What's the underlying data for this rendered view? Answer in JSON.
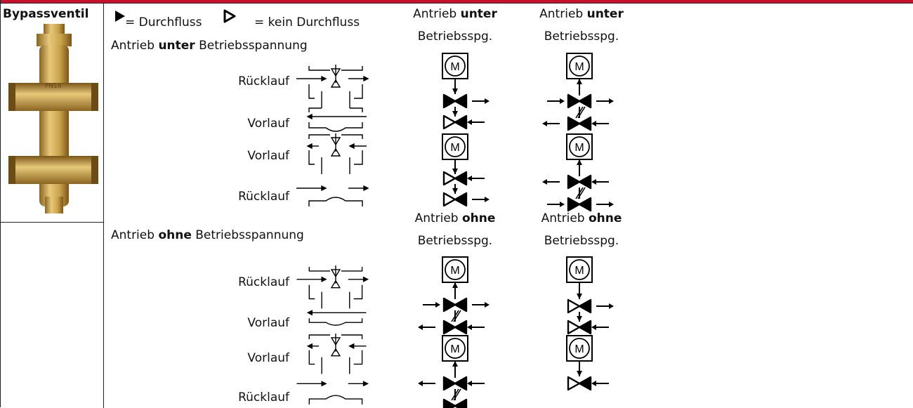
{
  "title_strip_color": "#c8102e",
  "cell_label": "Bypassventil",
  "legend": {
    "flow_text": "= Durchfluss",
    "noflow_text": "= kein Durchfluss"
  },
  "sections": {
    "powered": {
      "prefix": "Antrieb ",
      "bold": "unter",
      "suffix": " Betriebsspannung",
      "labels": [
        "Rücklauf",
        "Vorlauf",
        "Vorlauf",
        "Rücklauf"
      ]
    },
    "unpowered": {
      "prefix": "Antrieb ",
      "bold": "ohne",
      "suffix": " Betriebsspannung",
      "labels": [
        "Rücklauf",
        "Vorlauf",
        "Vorlauf",
        "Rücklauf"
      ]
    }
  },
  "columns": {
    "powered_a": {
      "line1_prefix": "Antrieb ",
      "line1_bold": "unter",
      "line2": "Betriebsspg."
    },
    "powered_b": {
      "line1_prefix": "Antrieb ",
      "line1_bold": "unter",
      "line2": "Betriebsspg."
    },
    "unpowered_a": {
      "line1_prefix": "Antrieb ",
      "line1_bold": "ohne",
      "line2": "Betriebsspg."
    },
    "unpowered_b": {
      "line1_prefix": "Antrieb ",
      "line1_bold": "ohne",
      "line2": "Betriebsspg."
    }
  },
  "motor_label": "M",
  "valve_photo": {
    "label": "PN16",
    "color": "#c9a24a"
  }
}
